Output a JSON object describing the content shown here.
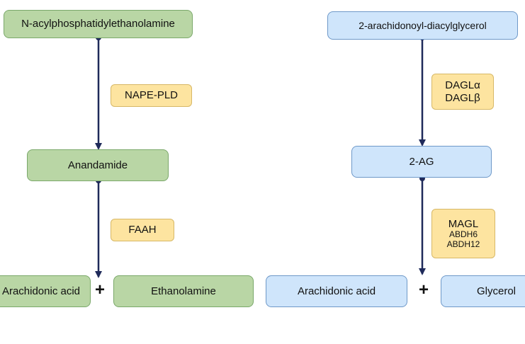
{
  "colors": {
    "arrow": "#1f2a5a",
    "green_fill": "#b9d6a5",
    "blue_fill": "#cfe5fb",
    "enzyme_fill": "#fde4a0"
  },
  "left_pathway": {
    "substrate": "N-acylphosphatidylethanolamine",
    "enzyme_1": "NAPE-PLD",
    "intermediate": "Anandamide",
    "enzyme_2": "FAAH",
    "product_a": "Arachidonic acid",
    "plus": "+",
    "product_b": "Ethanolamine"
  },
  "right_pathway": {
    "substrate": "2-arachidonoyl-diacylglycerol",
    "enzyme_1_lines": [
      "DAGLα",
      "DAGLβ"
    ],
    "intermediate": "2-AG",
    "enzyme_2_lines": [
      "MAGL",
      "ABDH6",
      "ABDH12"
    ],
    "product_a": "Arachidonic acid",
    "plus": "+",
    "product_b": "Glycerol"
  }
}
